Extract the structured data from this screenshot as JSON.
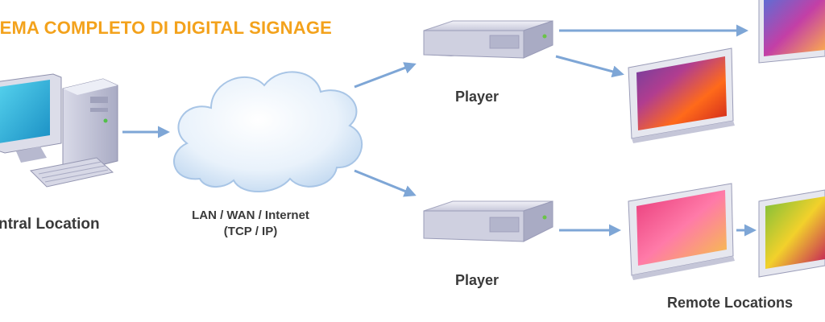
{
  "title": "TEMA COMPLETO DI DIGITAL SIGNAGE",
  "nodes": {
    "central": "ntral Location",
    "network_line1": "LAN / WAN / Internet",
    "network_line2": "(TCP / IP)",
    "player_top": "Player",
    "player_bottom": "Player",
    "remote": "Remote Locations"
  },
  "colors": {
    "title": "#f3a21c",
    "arrow": "#7ea6d6",
    "label": "#3a3a3a",
    "device": "#c9cadd",
    "screen_bezel": "#e6e7ef"
  }
}
